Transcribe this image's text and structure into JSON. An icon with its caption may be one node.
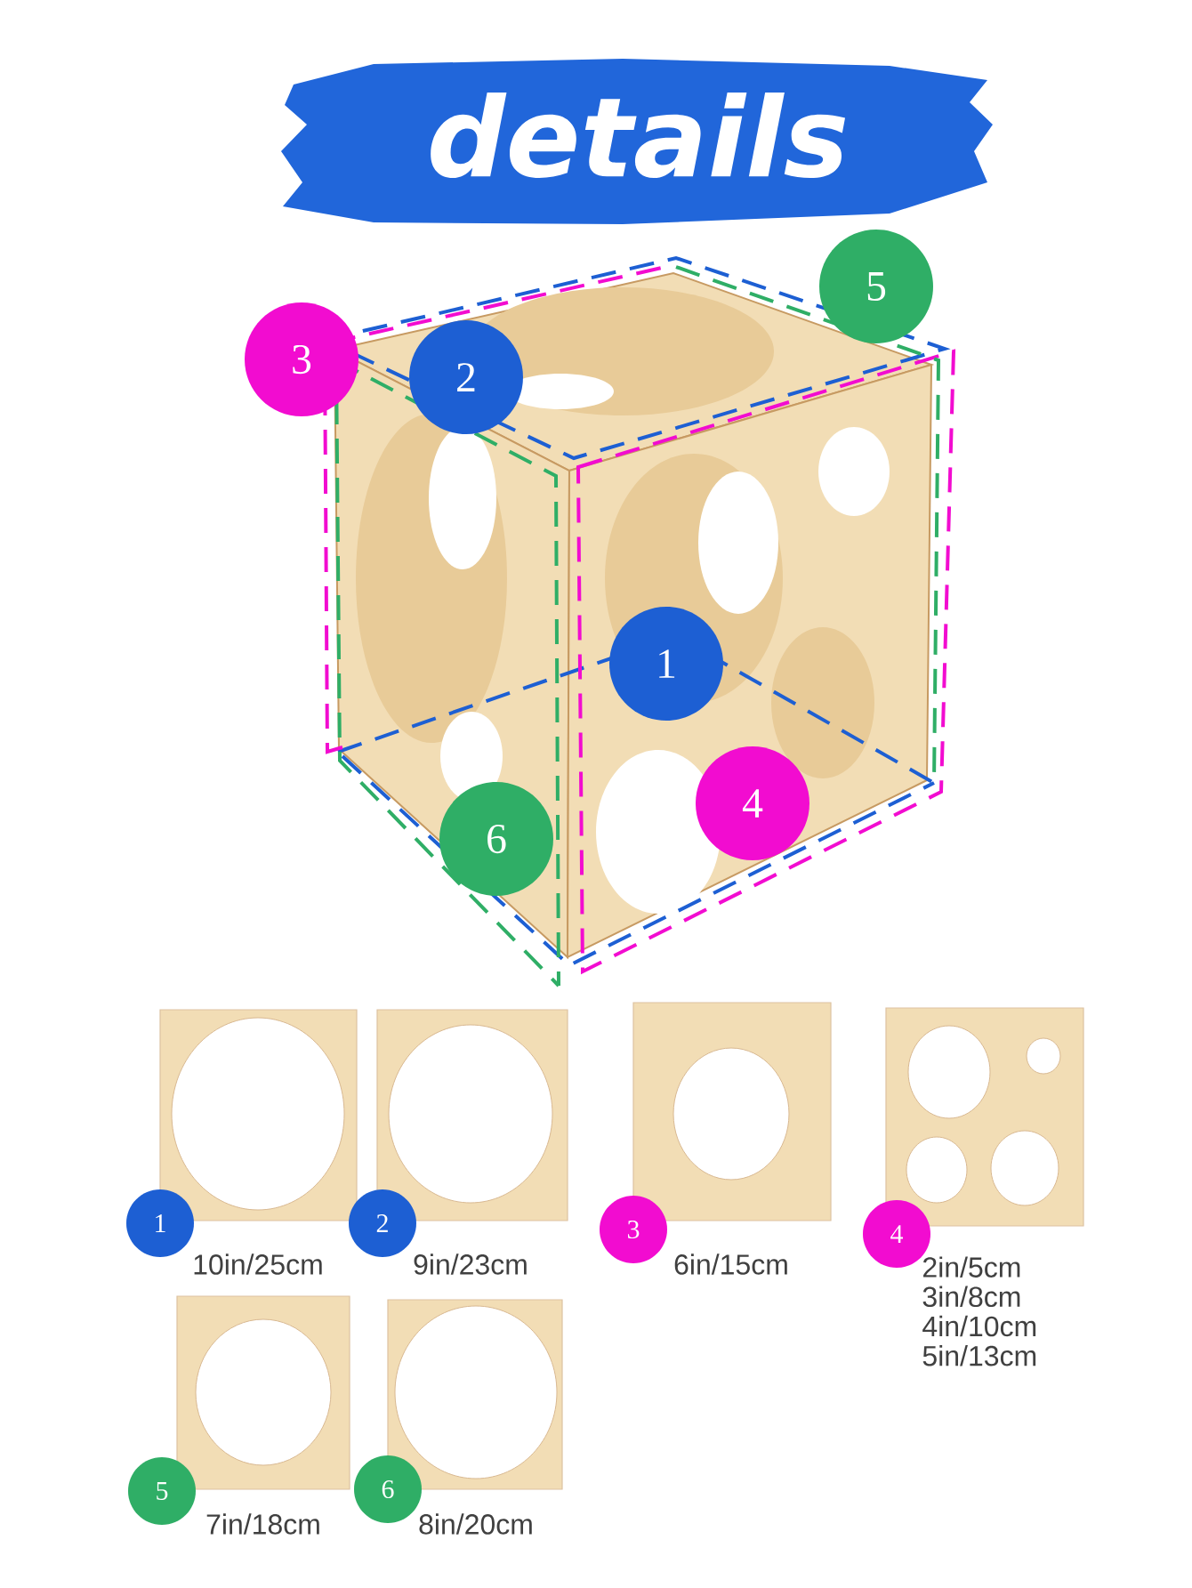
{
  "diagram": {
    "title": "details",
    "nodes": [
      {
        "text": [
          "1",
          "10in/25cm"
        ]
      },
      {
        "text": [
          "2",
          "9in/23cm"
        ]
      },
      {
        "text": [
          "3",
          "6in/15cm"
        ]
      },
      {
        "text": [
          "4",
          "2in/5cm 3in/8cm 4in/10cm 5in/13cm"
        ]
      },
      {
        "text": [
          "5",
          "7in/18cm"
        ]
      },
      {
        "text": [
          "6",
          "8in/20cm"
        ]
      }
    ],
    "labels": [
      "5",
      "3",
      "2",
      "1",
      "4",
      "6"
    ]
  }
}
